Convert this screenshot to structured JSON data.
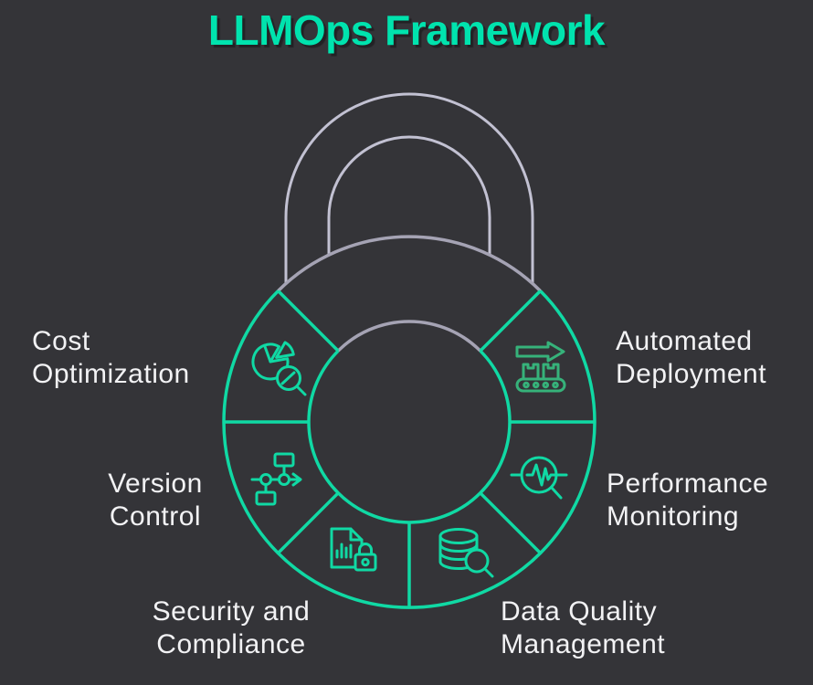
{
  "title": "LLMOps Framework",
  "colors": {
    "background": "#343438",
    "ring": "#10d9a4",
    "shackle": "#c2c1d2",
    "top_arc": "#a5a3b4",
    "label": "#f2f2f4",
    "title": "#00e3ae",
    "deployment_icon": "#36b27a"
  },
  "diagram": {
    "shape": "padlock ring with 6 segments and gray shackle",
    "segments": [
      {
        "id": "cost-optimization",
        "icon": "pie-chart-magnifier-icon",
        "position": "upper-left",
        "lines": [
          "Cost",
          "Optimization"
        ]
      },
      {
        "id": "automated-deployment",
        "icon": "conveyor-arrow-icon",
        "position": "upper-right",
        "lines": [
          "Automated",
          "Deployment"
        ]
      },
      {
        "id": "version-control",
        "icon": "flowchart-branch-icon",
        "position": "left",
        "lines": [
          "Version",
          "Control"
        ]
      },
      {
        "id": "performance-monitoring",
        "icon": "pulse-magnifier-icon",
        "position": "right",
        "lines": [
          "Performance",
          "Monitoring"
        ]
      },
      {
        "id": "security-and-compliance",
        "icon": "document-padlock-icon",
        "position": "bottom-left",
        "lines": [
          "Security and",
          "Compliance"
        ]
      },
      {
        "id": "data-quality-management",
        "icon": "database-magnifier-icon",
        "position": "bottom-right",
        "lines": [
          "Data Quality",
          "Management"
        ]
      }
    ]
  }
}
